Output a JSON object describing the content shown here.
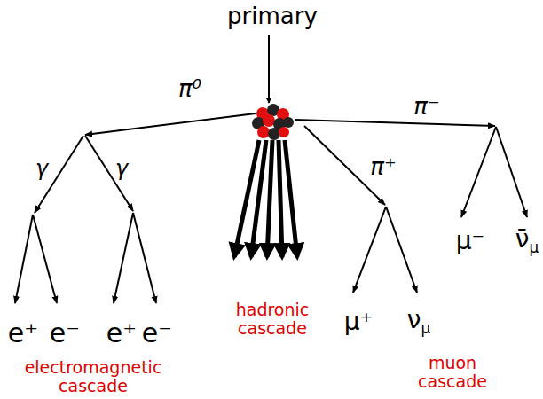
{
  "diagram": {
    "labels": [
      "primary",
      "π⁰",
      "π⁺",
      "π⁻",
      "γ",
      "γ",
      "e⁺",
      "e⁻",
      "e⁺",
      "e⁻",
      "hadronic cascade",
      "μ⁺",
      "νμ",
      "μ⁻",
      "ν̄μ",
      "electromagnetic cascade",
      "muon cascade"
    ]
  }
}
